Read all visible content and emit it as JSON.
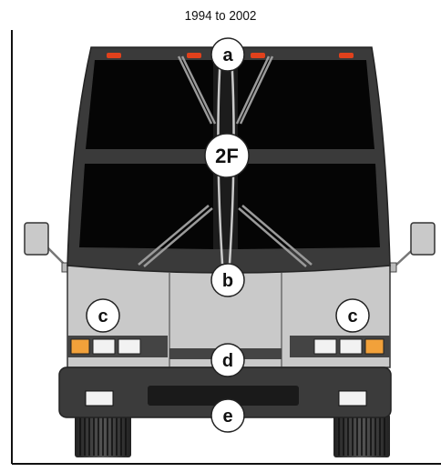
{
  "caption": "1994 to 2002",
  "labels": {
    "a": "a",
    "windshield": "2F",
    "b": "b",
    "c_left": "c",
    "c_right": "c",
    "d": "d",
    "e": "e"
  },
  "colors": {
    "glass": "#050505",
    "frame": "#3a3a3a",
    "body": "#c9c9c9",
    "bumper": "#3b3b3b",
    "marker": "#e0411c",
    "amber": "#f2a13a",
    "label_bg": "#ffffff"
  }
}
